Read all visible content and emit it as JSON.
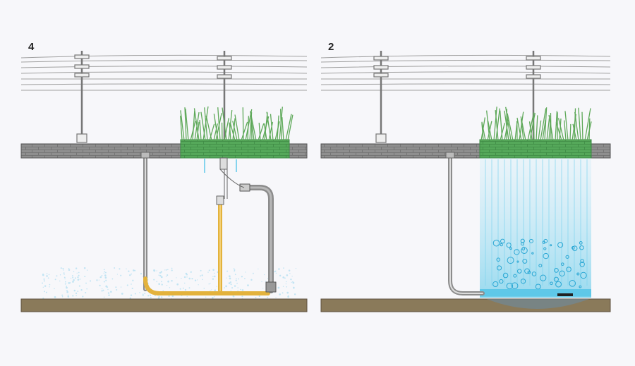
{
  "panels": [
    {
      "label": "4",
      "variant": "pipe-repair",
      "pipe_color": "#e3b23c",
      "grass_color": "#5fa95a",
      "bed_color": "#55a85a"
    },
    {
      "label": "2",
      "variant": "water-leak",
      "water_color": "#4fc3e6",
      "grass_color": "#5fa95a",
      "bed_color": "#55a85a"
    }
  ],
  "colors": {
    "background": "#f7f7fa",
    "wall": "#8b8b8b",
    "soil": "#8a7a5a",
    "wire": "#9a9a9a",
    "pole": "#777777",
    "gray_pipe": "#8c8c8c"
  }
}
